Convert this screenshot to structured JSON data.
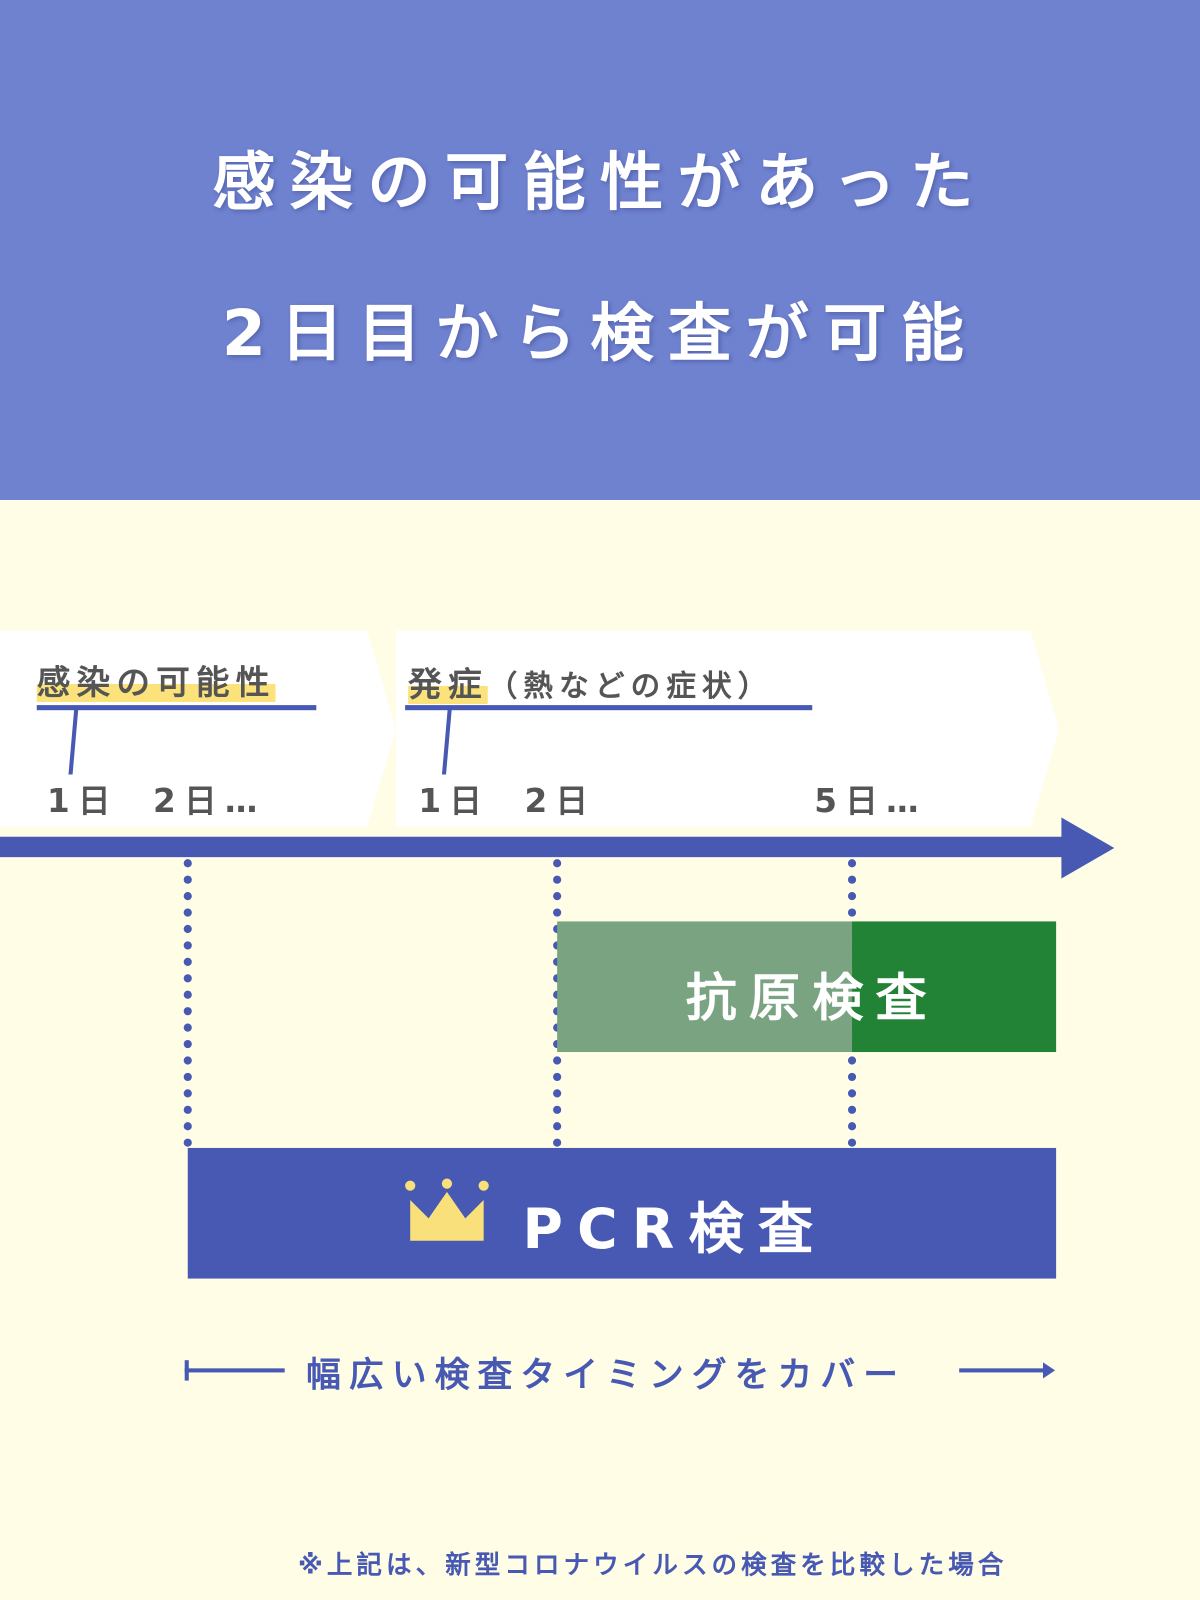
{
  "header": {
    "line1": "感染の可能性があった",
    "line2": "2日目から検査が可能"
  },
  "timeline": {
    "phase1": {
      "label": "感染の可能性",
      "days": [
        "1日",
        "2日…"
      ]
    },
    "phase2": {
      "label": "発症",
      "note": "（熱などの症状）",
      "days": [
        "1日",
        "2日",
        "5日…"
      ]
    }
  },
  "tests": {
    "antigen": "抗原検査",
    "pcr": "PCR検査"
  },
  "coverage": "幅広い検査タイミングをカバー",
  "footnote": "※上記は、新型コロナウイルスの検査を比較した場合",
  "colors": {
    "header": "#6f82cf",
    "background": "#fffde6",
    "accent": "#4759b3",
    "highlight": "#fbe27b",
    "antigen_light": "#7aa382",
    "antigen_dark": "#228236"
  }
}
